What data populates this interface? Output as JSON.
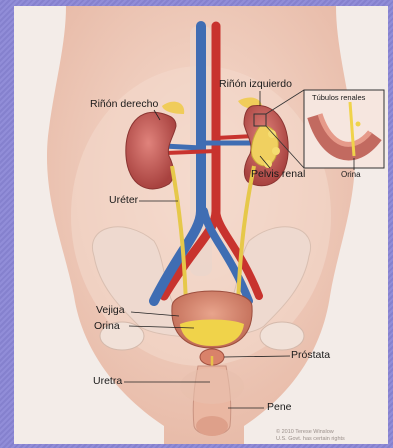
{
  "labels": {
    "kidney_right": "Riñón derecho",
    "kidney_left": "Riñón izquierdo",
    "tubules": "Túbulos renales",
    "urine_inset": "Orina",
    "renal_pelvis": "Pelvis renal",
    "ureter": "Uréter",
    "bladder": "Vejiga",
    "urine": "Orina",
    "prostate": "Próstata",
    "urethra": "Uretra",
    "penis": "Pene"
  },
  "credit": {
    "line1": "© 2010 Terese Winslow",
    "line2": "U.S. Govt. has certain rights"
  },
  "colors": {
    "skin": "#f2d3c4",
    "kidney": "#c9605c",
    "artery": "#c8332e",
    "vein": "#3f6db3",
    "ureter": "#e6c84a",
    "bladder": "#d98a72",
    "urine": "#f0d34a"
  }
}
